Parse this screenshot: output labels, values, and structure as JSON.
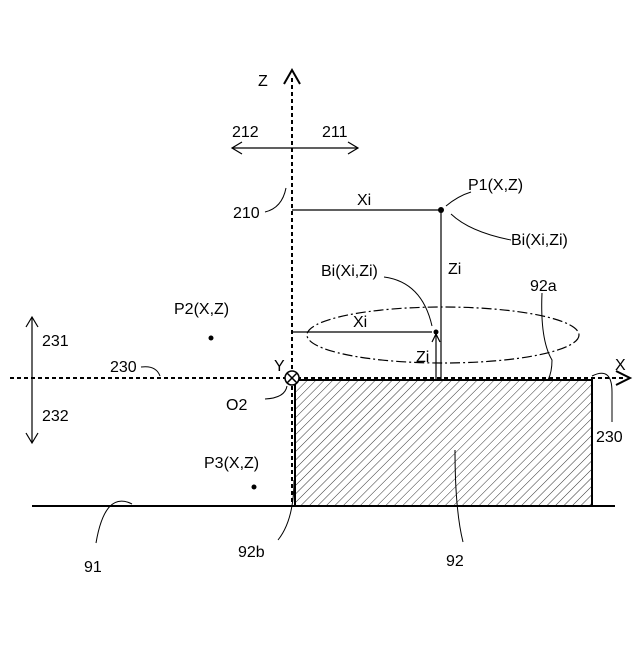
{
  "labels": {
    "axis_z": "Z",
    "axis_x": "X",
    "axis_y": "Y",
    "origin": "O2",
    "ref_211": "211",
    "ref_212": "212",
    "ref_210": "210",
    "ref_231": "231",
    "ref_232": "232",
    "ref_230_left": "230",
    "ref_230_right": "230",
    "ref_92a": "92a",
    "ref_92b": "92b",
    "ref_92": "92",
    "ref_91": "91",
    "p1": "P1(X,Z)",
    "p2": "P2(X,Z)",
    "p3": "P3(X,Z)",
    "bi_upper": "Bi(Xi,Zi)",
    "bi_lower": "Bi(Xi,Zi)",
    "xi_upper": "Xi",
    "xi_lower": "Xi",
    "zi_upper": "Zi",
    "zi_lower": "Zi"
  },
  "colors": {
    "line": "#000000",
    "background": "#ffffff"
  }
}
